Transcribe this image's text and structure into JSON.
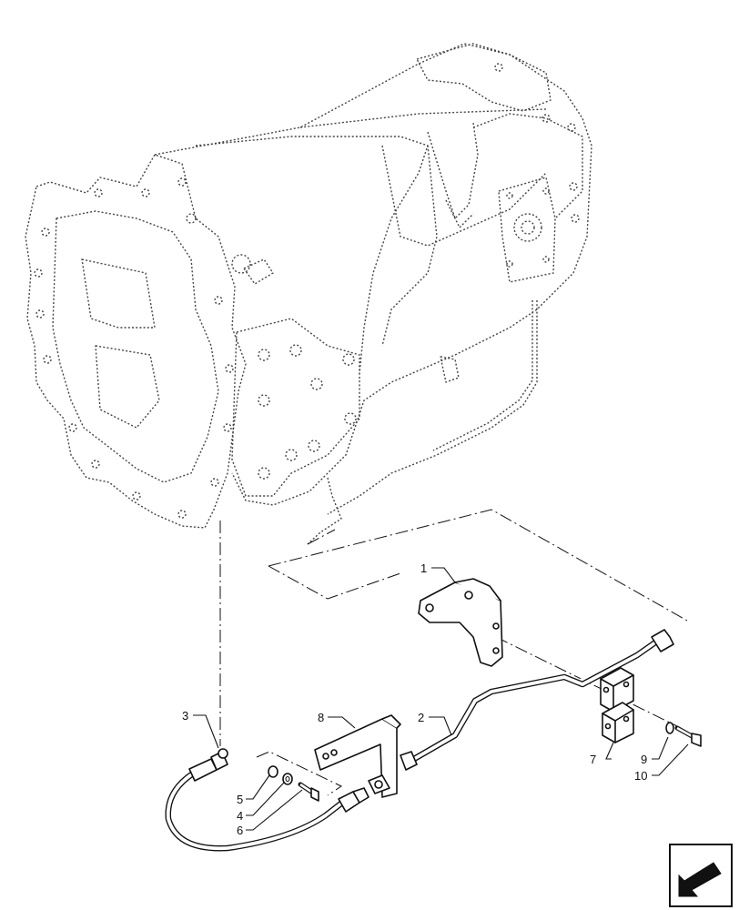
{
  "diagram": {
    "callouts": [
      {
        "id": "c1",
        "label": "1"
      },
      {
        "id": "c2",
        "label": "2"
      },
      {
        "id": "c3",
        "label": "3"
      },
      {
        "id": "c4",
        "label": "4"
      },
      {
        "id": "c5",
        "label": "5"
      },
      {
        "id": "c6",
        "label": "6"
      },
      {
        "id": "c7",
        "label": "7"
      },
      {
        "id": "c8",
        "label": "8"
      },
      {
        "id": "c9",
        "label": "9"
      },
      {
        "id": "c10",
        "label": "10"
      }
    ]
  },
  "nav": {
    "icon": "previous-page-arrow-icon"
  }
}
